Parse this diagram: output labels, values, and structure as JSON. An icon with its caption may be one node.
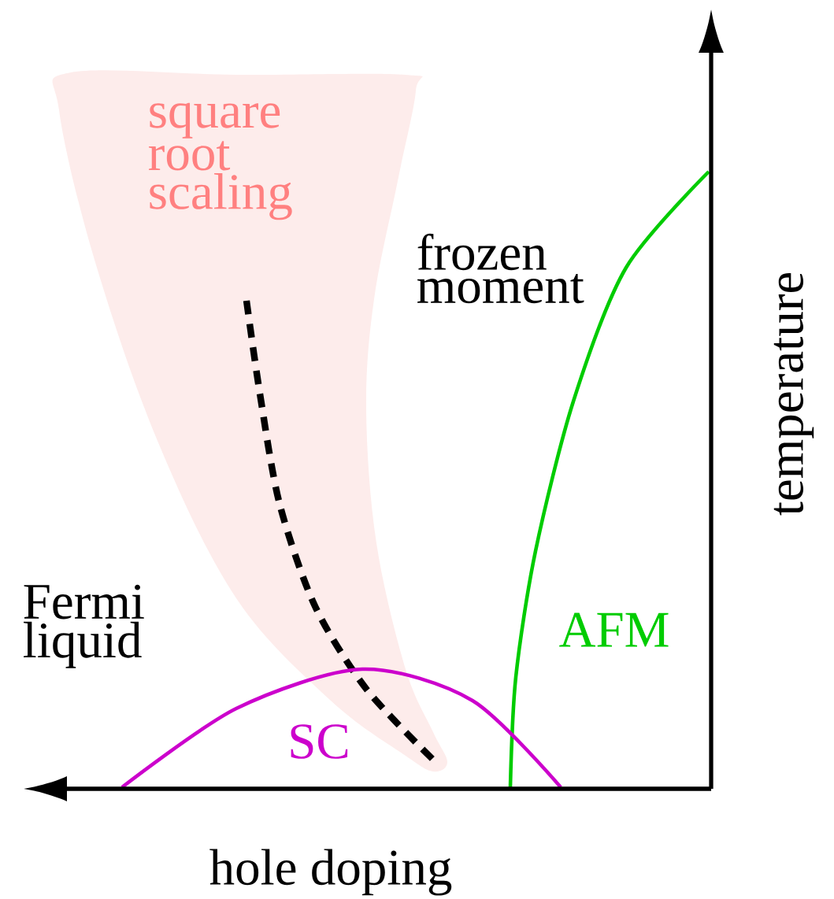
{
  "diagram": {
    "labels": [
      "square root scaling",
      "frozen moment",
      "temperature",
      "Fermi liquid",
      "AFM",
      "SC",
      "hole doping"
    ]
  }
}
